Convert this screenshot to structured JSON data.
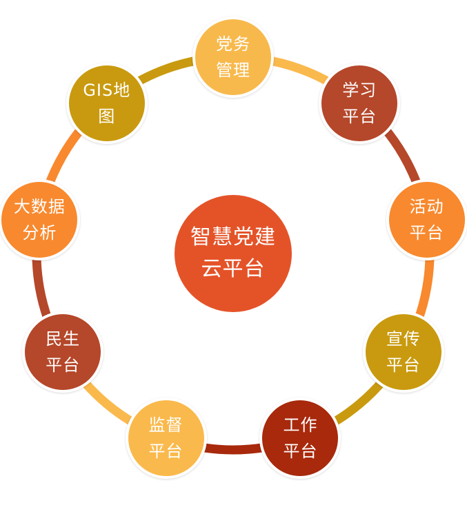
{
  "center": {
    "lines": [
      "智慧党建",
      "云平台"
    ],
    "color": "#e45328"
  },
  "nodes": [
    {
      "id": "party-affairs",
      "lines": [
        "党务",
        "管理"
      ],
      "color": "#f8b94c"
    },
    {
      "id": "learning",
      "lines": [
        "学习",
        "平台"
      ],
      "color": "#b5472a"
    },
    {
      "id": "activity",
      "lines": [
        "活动",
        "平台"
      ],
      "color": "#f8892e"
    },
    {
      "id": "publicity",
      "lines": [
        "宣传",
        "平台"
      ],
      "color": "#c99a0f"
    },
    {
      "id": "work",
      "lines": [
        "工作",
        "平台"
      ],
      "color": "#a8290c"
    },
    {
      "id": "supervision",
      "lines": [
        "监督",
        "平台"
      ],
      "color": "#fab94c"
    },
    {
      "id": "livelihood",
      "lines": [
        "民生",
        "平台"
      ],
      "color": "#b5472a"
    },
    {
      "id": "big-data",
      "lines": [
        "大数据",
        "分析"
      ],
      "color": "#f8892e"
    },
    {
      "id": "gis-map",
      "lines": [
        "GIS地",
        "图"
      ],
      "color": "#c99a0f"
    }
  ],
  "arcs": [
    {
      "from": "party-affairs",
      "to": "learning",
      "color": "#fab94c"
    },
    {
      "from": "learning",
      "to": "activity",
      "color": "#b5472a"
    },
    {
      "from": "activity",
      "to": "publicity",
      "color": "#f8892e"
    },
    {
      "from": "publicity",
      "to": "work",
      "color": "#c99a0f"
    },
    {
      "from": "work",
      "to": "supervision",
      "color": "#a8290c"
    },
    {
      "from": "supervision",
      "to": "livelihood",
      "color": "#fab94c"
    },
    {
      "from": "livelihood",
      "to": "big-data",
      "color": "#b5472a"
    },
    {
      "from": "big-data",
      "to": "gis-map",
      "color": "#f8892e"
    },
    {
      "from": "gis-map",
      "to": "party-affairs",
      "color": "#c99a0f"
    }
  ]
}
